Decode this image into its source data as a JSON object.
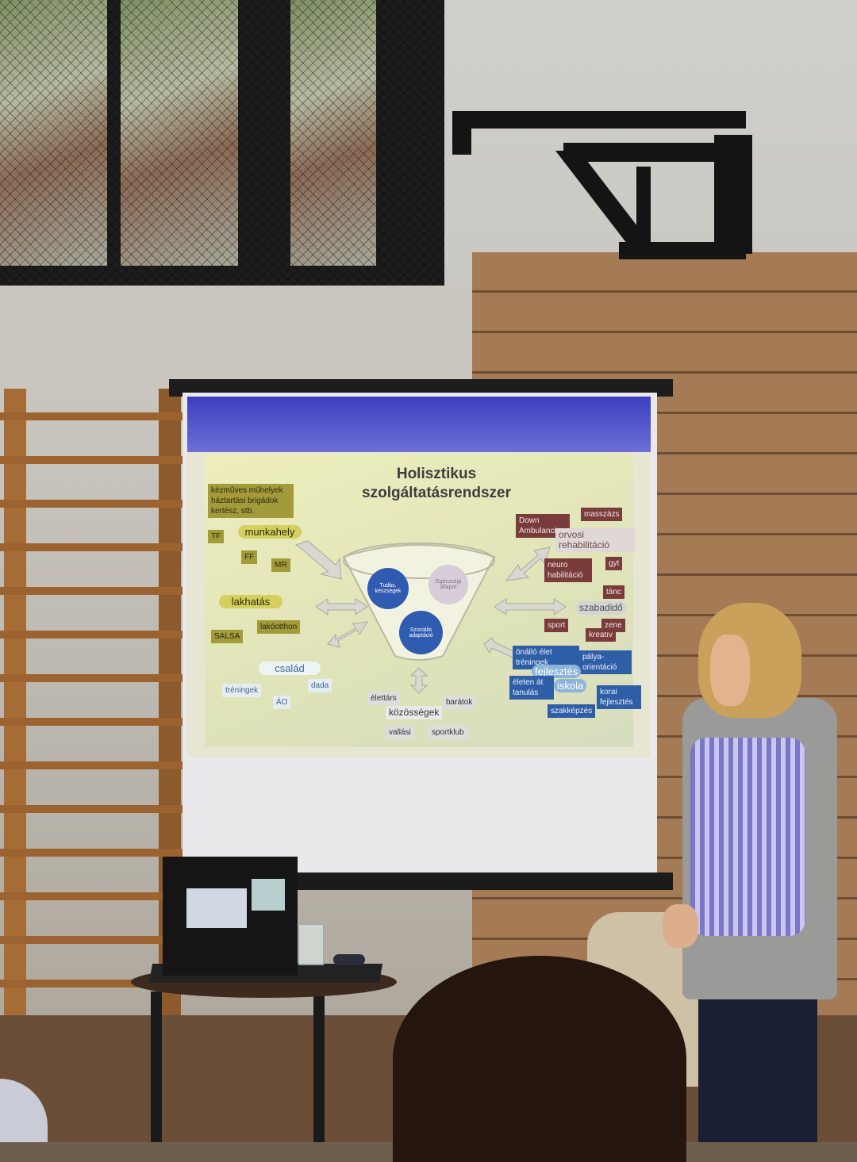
{
  "slide": {
    "title_line1": "Holisztikus",
    "title_line2": "szolgáltatásrendszer",
    "left_top": [
      "kézműves műhelyek",
      "háztartási brigádok",
      "kertész, stb."
    ],
    "munkahely": "munkahely",
    "tf": "TF",
    "ff": "FF",
    "mr": "MR",
    "lakhatas": "lakhatás",
    "salsa": "SALSA",
    "lakootthon": "lakóotthon",
    "csalad": "család",
    "treningek": "tréningek",
    "ao": "ÁO",
    "dada": "dada",
    "center_tudas": "Tudás, készségek",
    "center_egeszsegi": "Egészségi állapot",
    "center_szocialis": "Szociális adaptáció",
    "elettars": "élettárs",
    "baratok": "barátok",
    "kozossegek": "közösségek",
    "vallasi": "vallási",
    "sportklub": "sportklub",
    "down": "Down Ambulancia",
    "masszazs": "masszázs",
    "orvosi": "orvosi rehabilitáció",
    "neuro": "neuro habilitáció",
    "gyt": "gyt",
    "tanc": "tánc",
    "szabadido": "szabadidő",
    "sport": "sport",
    "kreativ": "kreatív",
    "zene": "zene",
    "onallo": "önálló élet tréningek",
    "palya": "pálya-orientáció",
    "fejlesztes": "fejlesztés",
    "iskola": "iskola",
    "eleten": "életen át tanulás",
    "korai": "korai fejlesztés",
    "szakkepzes": "szakképzés"
  },
  "colors": {
    "slide_header": "#3b3fbf",
    "olive": "#a39a3a",
    "maroon": "#7a3b3b",
    "blue": "#2e5ea5"
  }
}
